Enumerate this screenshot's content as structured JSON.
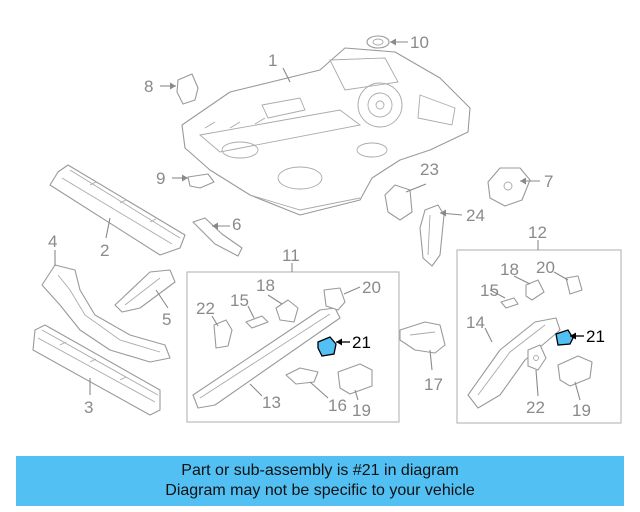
{
  "diagram": {
    "highlight_color": "#52c0f3",
    "callouts": [
      {
        "id": "p1",
        "text": "1"
      },
      {
        "id": "p2",
        "text": "2"
      },
      {
        "id": "p3",
        "text": "3"
      },
      {
        "id": "p4",
        "text": "4"
      },
      {
        "id": "p5",
        "text": "5"
      },
      {
        "id": "p6",
        "text": "6"
      },
      {
        "id": "p7",
        "text": "7"
      },
      {
        "id": "p8",
        "text": "8"
      },
      {
        "id": "p9",
        "text": "9"
      },
      {
        "id": "p10",
        "text": "10"
      },
      {
        "id": "p11",
        "text": "11"
      },
      {
        "id": "p12",
        "text": "12"
      },
      {
        "id": "p13",
        "text": "13"
      },
      {
        "id": "p14",
        "text": "14"
      },
      {
        "id": "p15a",
        "text": "15"
      },
      {
        "id": "p15b",
        "text": "15"
      },
      {
        "id": "p16",
        "text": "16"
      },
      {
        "id": "p17",
        "text": "17"
      },
      {
        "id": "p18a",
        "text": "18"
      },
      {
        "id": "p18b",
        "text": "18"
      },
      {
        "id": "p19a",
        "text": "19"
      },
      {
        "id": "p19b",
        "text": "19"
      },
      {
        "id": "p20a",
        "text": "20"
      },
      {
        "id": "p20b",
        "text": "20"
      },
      {
        "id": "p21a",
        "text": "21",
        "highlighted": true
      },
      {
        "id": "p21b",
        "text": "21",
        "highlighted": true
      },
      {
        "id": "p22a",
        "text": "22"
      },
      {
        "id": "p22b",
        "text": "22"
      },
      {
        "id": "p23",
        "text": "23"
      },
      {
        "id": "p24",
        "text": "24"
      }
    ]
  },
  "banner": {
    "line1": "Part or sub-assembly is #21 in diagram",
    "line2": "Diagram may not be specific to your vehicle",
    "background": "#52c0f3"
  }
}
